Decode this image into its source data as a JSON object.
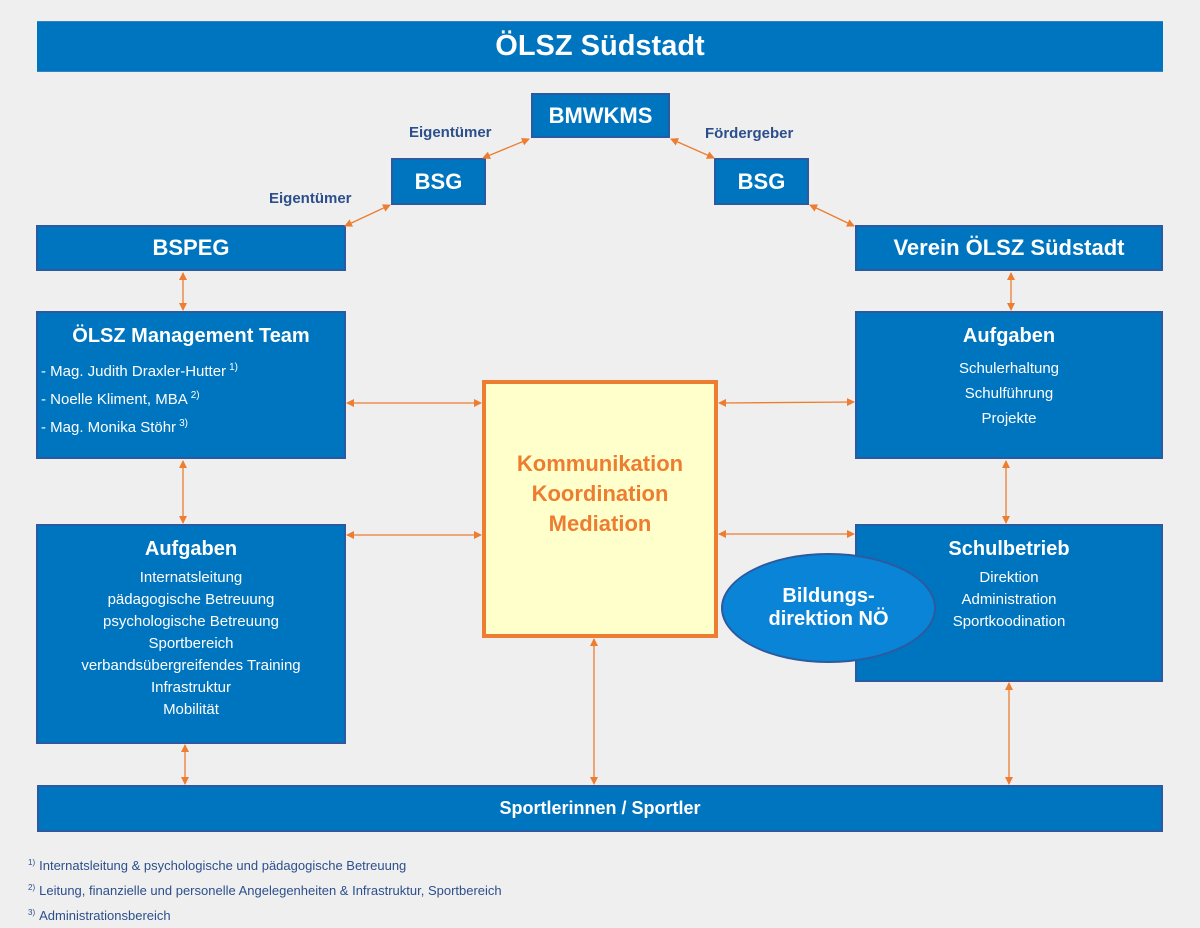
{
  "title": "ÖLSZ Südstadt",
  "nodes": {
    "bmwkms": "BMWKMS",
    "bsg_left": "BSG",
    "bsg_right": "BSG",
    "bspeg": "BSPEG",
    "verein": "Verein ÖLSZ Südstadt",
    "management": {
      "title": "ÖLSZ Management Team",
      "members": [
        {
          "name": "- Mag. Judith Draxler-Hutter",
          "note": "1)"
        },
        {
          "name": "- Noelle Kliment, MBA",
          "note": "2)"
        },
        {
          "name": "- Mag. Monika Stöhr",
          "note": "3)"
        }
      ]
    },
    "aufgaben_left": {
      "title": "Aufgaben",
      "items": [
        "Internatsleitung",
        "pädagogische Betreuung",
        "psychologische Betreuung",
        "Sportbereich",
        "verbandsübergreifendes Training",
        "Infrastruktur",
        "Mobilität"
      ]
    },
    "aufgaben_right": {
      "title": "Aufgaben",
      "items": [
        "Schulerhaltung",
        "Schulführung",
        "Projekte"
      ]
    },
    "schulbetrieb": {
      "title": "Schulbetrieb",
      "items": [
        "Direktion",
        "Administration",
        "Sportkoodination"
      ]
    },
    "center": [
      "Kommunikation",
      "Koordination",
      "Mediation"
    ],
    "bildungsdirektion": [
      "Bildungs-",
      "direktion NÖ"
    ],
    "sportler": "Sportlerinnen / Sportler"
  },
  "edge_labels": {
    "eigentuemer_top": "Eigentümer",
    "eigentuemer_left": "Eigentümer",
    "foerdergeber": "Fördergeber"
  },
  "footnotes": [
    {
      "mark": "1)",
      "text": "Internatsleitung & psychologische und pädagogische Betreuung"
    },
    {
      "mark": "2)",
      "text": "Leitung, finanzielle und personelle Angelegenheiten & Infrastruktur, Sportbereich"
    },
    {
      "mark": "3)",
      "text": "Administrationsbereich"
    }
  ],
  "colors": {
    "box_blue": "#0075bf",
    "arrow_orange": "#ed7d31",
    "center_fill": "#ffffcc",
    "label_navy": "#2c4f8c"
  }
}
